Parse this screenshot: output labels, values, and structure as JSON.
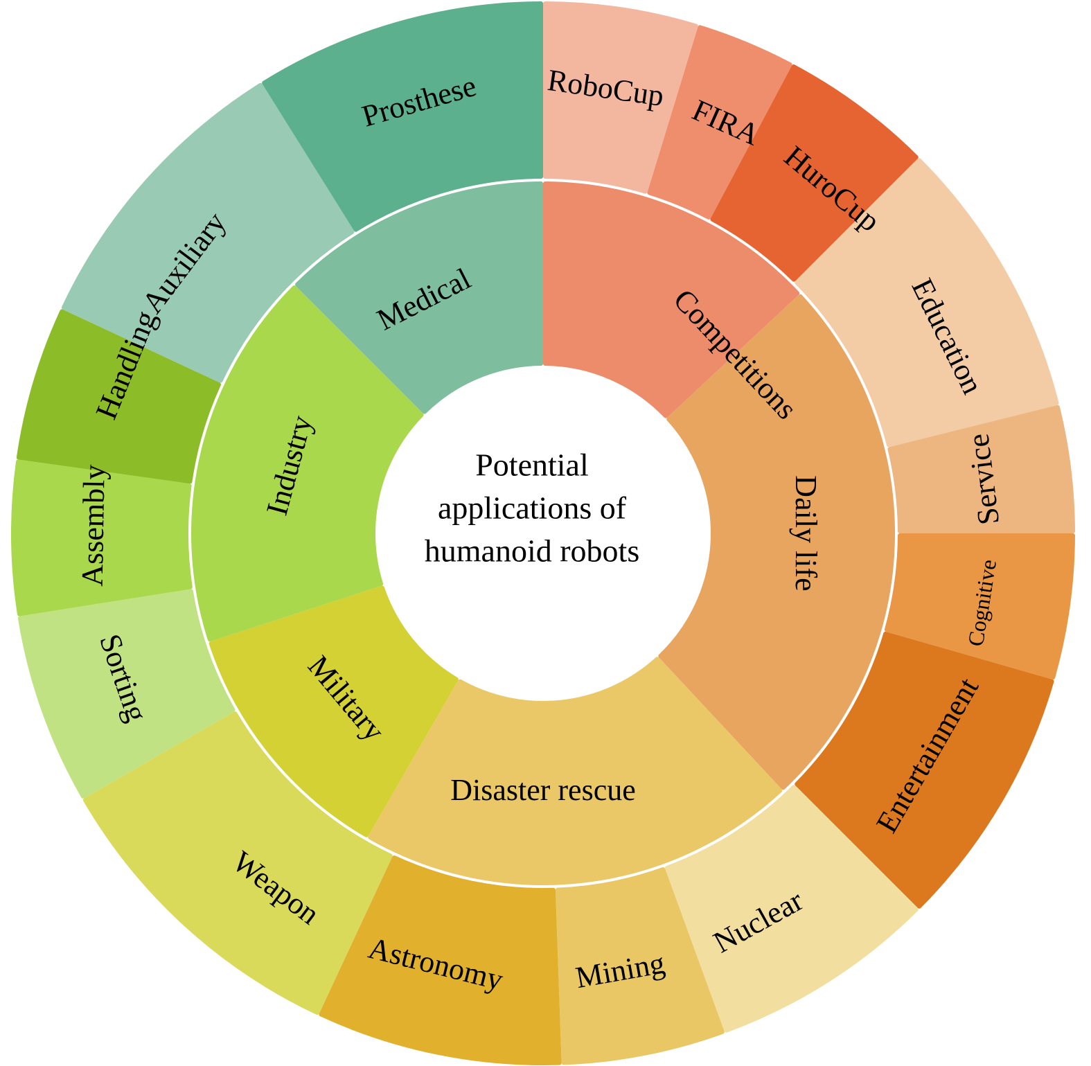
{
  "center": {
    "lines": [
      "Potential",
      "applications of",
      "humanoid robots"
    ]
  },
  "categories": [
    {
      "label": "Competitions",
      "color": "#ED8C6B",
      "subcategories": [
        {
          "label": "RoboCup",
          "color": "#F3B7A0"
        },
        {
          "label": "FIRA",
          "color": "#EE8E6C"
        },
        {
          "label": "HuroCup",
          "color": "#E66432"
        }
      ]
    },
    {
      "label": "Daily life",
      "color": "#E8A55F",
      "subcategories": [
        {
          "label": "Education",
          "color": "#F3CCA5"
        },
        {
          "label": "Service",
          "color": "#EDB57F"
        },
        {
          "label": "Cognitive",
          "color": "#E99744"
        },
        {
          "label": "Entertainment",
          "color": "#DC781E"
        }
      ]
    },
    {
      "label": "Disaster rescue",
      "color": "#EAC867",
      "subcategories": [
        {
          "label": "Nuclear",
          "color": "#F2DE9E"
        },
        {
          "label": "Mining",
          "color": "#EAC765"
        },
        {
          "label": "Astronomy",
          "color": "#E1B12E"
        }
      ]
    },
    {
      "label": "Military",
      "color": "#D3D133",
      "subcategories": [
        {
          "label": "Weapon",
          "color": "#D9D95A"
        }
      ]
    },
    {
      "label": "Industry",
      "color": "#A9D84D",
      "subcategories": [
        {
          "label": "Sorting",
          "color": "#C1E283"
        },
        {
          "label": "Assembly",
          "color": "#A9D84C"
        },
        {
          "label": "Handling",
          "color": "#8CBC28"
        }
      ]
    },
    {
      "label": "Medical",
      "color": "#7EBE9F",
      "subcategories": [
        {
          "label": "Auxiliary",
          "color": "#99CAB3"
        },
        {
          "label": "Prosthese",
          "color": "#5DB08D"
        }
      ]
    }
  ]
}
